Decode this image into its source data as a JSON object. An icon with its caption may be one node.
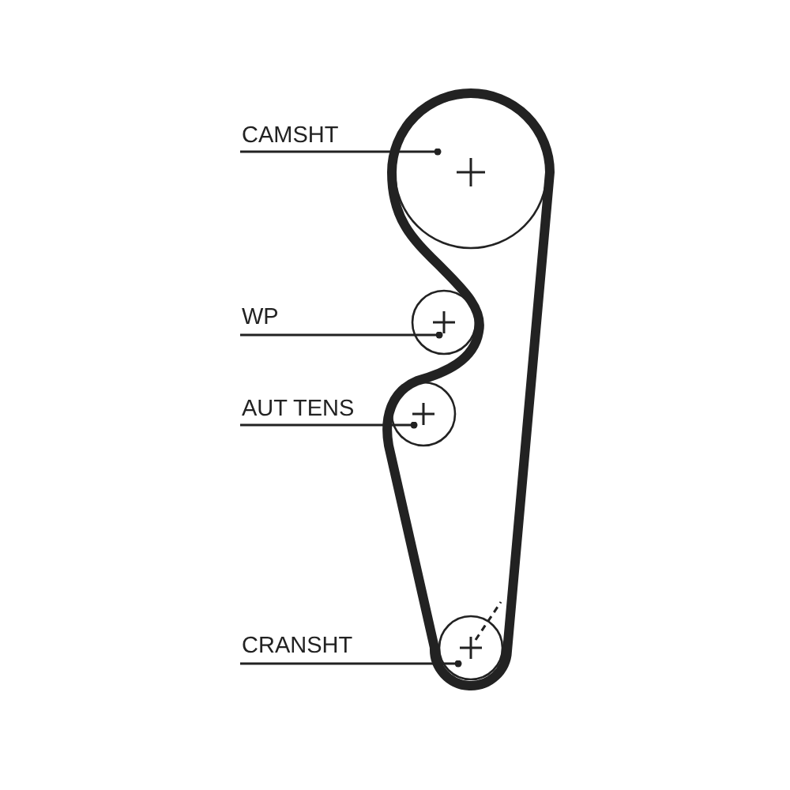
{
  "diagram": {
    "nodes": [
      {
        "text": [
          "CAMSHT"
        ]
      },
      {
        "text": [
          "WP"
        ]
      },
      {
        "text": [
          "AUT TENS"
        ]
      },
      {
        "text": [
          "CRANSHT"
        ]
      },
      {
        "text": [],
        "shape": "circle"
      },
      {
        "text": [],
        "shape": "circle"
      },
      {
        "text": [],
        "shape": "circle"
      },
      {
        "text": [],
        "shape": "circle"
      }
    ],
    "edges": [
      {
        "from": 0,
        "to": 4,
        "arrow": "other"
      },
      {
        "from": 1,
        "to": 5,
        "arrow": "other"
      },
      {
        "from": 2,
        "to": 6,
        "arrow": "other"
      },
      {
        "from": 3,
        "to": 7,
        "arrow": "other"
      }
    ]
  }
}
